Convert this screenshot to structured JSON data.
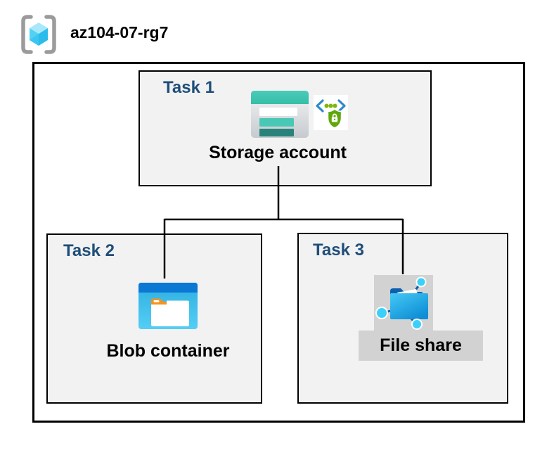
{
  "diagram": {
    "resource_group": {
      "name": "az104-07-rg7",
      "icon": "resource-group-icon"
    },
    "tasks": [
      {
        "label": "Task 1",
        "resource": "Storage account",
        "icons": [
          "storage-account-icon",
          "secure-endpoint-icon"
        ]
      },
      {
        "label": "Task 2",
        "resource": "Blob container",
        "icons": [
          "blob-container-icon"
        ]
      },
      {
        "label": "Task 3",
        "resource": "File share",
        "icons": [
          "file-share-icon"
        ]
      }
    ],
    "connections": [
      {
        "from": "Storage account",
        "to": "Blob container"
      },
      {
        "from": "Storage account",
        "to": "File share"
      }
    ],
    "colors": {
      "task_label_navy": "#1F4E79",
      "box_background": "#F2F2F2",
      "box_border": "#000000",
      "file_share_highlight_gray": "#D2D2D2",
      "storage_teal": "#3FC3AF",
      "storage_dark_teal": "#2A837B",
      "blob_header_blue": "#0B78D4",
      "blob_body_cyan": "#3FBDEA",
      "file_share_blue": "#0E8ED6",
      "node_cyan": "#3BD0FA",
      "endpoint_bracket_blue": "#2F89CC",
      "endpoint_shield_green": "#5FA80B",
      "resource_group_cube_cyan": "#53D1F5",
      "resource_group_bracket_gray": "#9B9B9B"
    }
  }
}
